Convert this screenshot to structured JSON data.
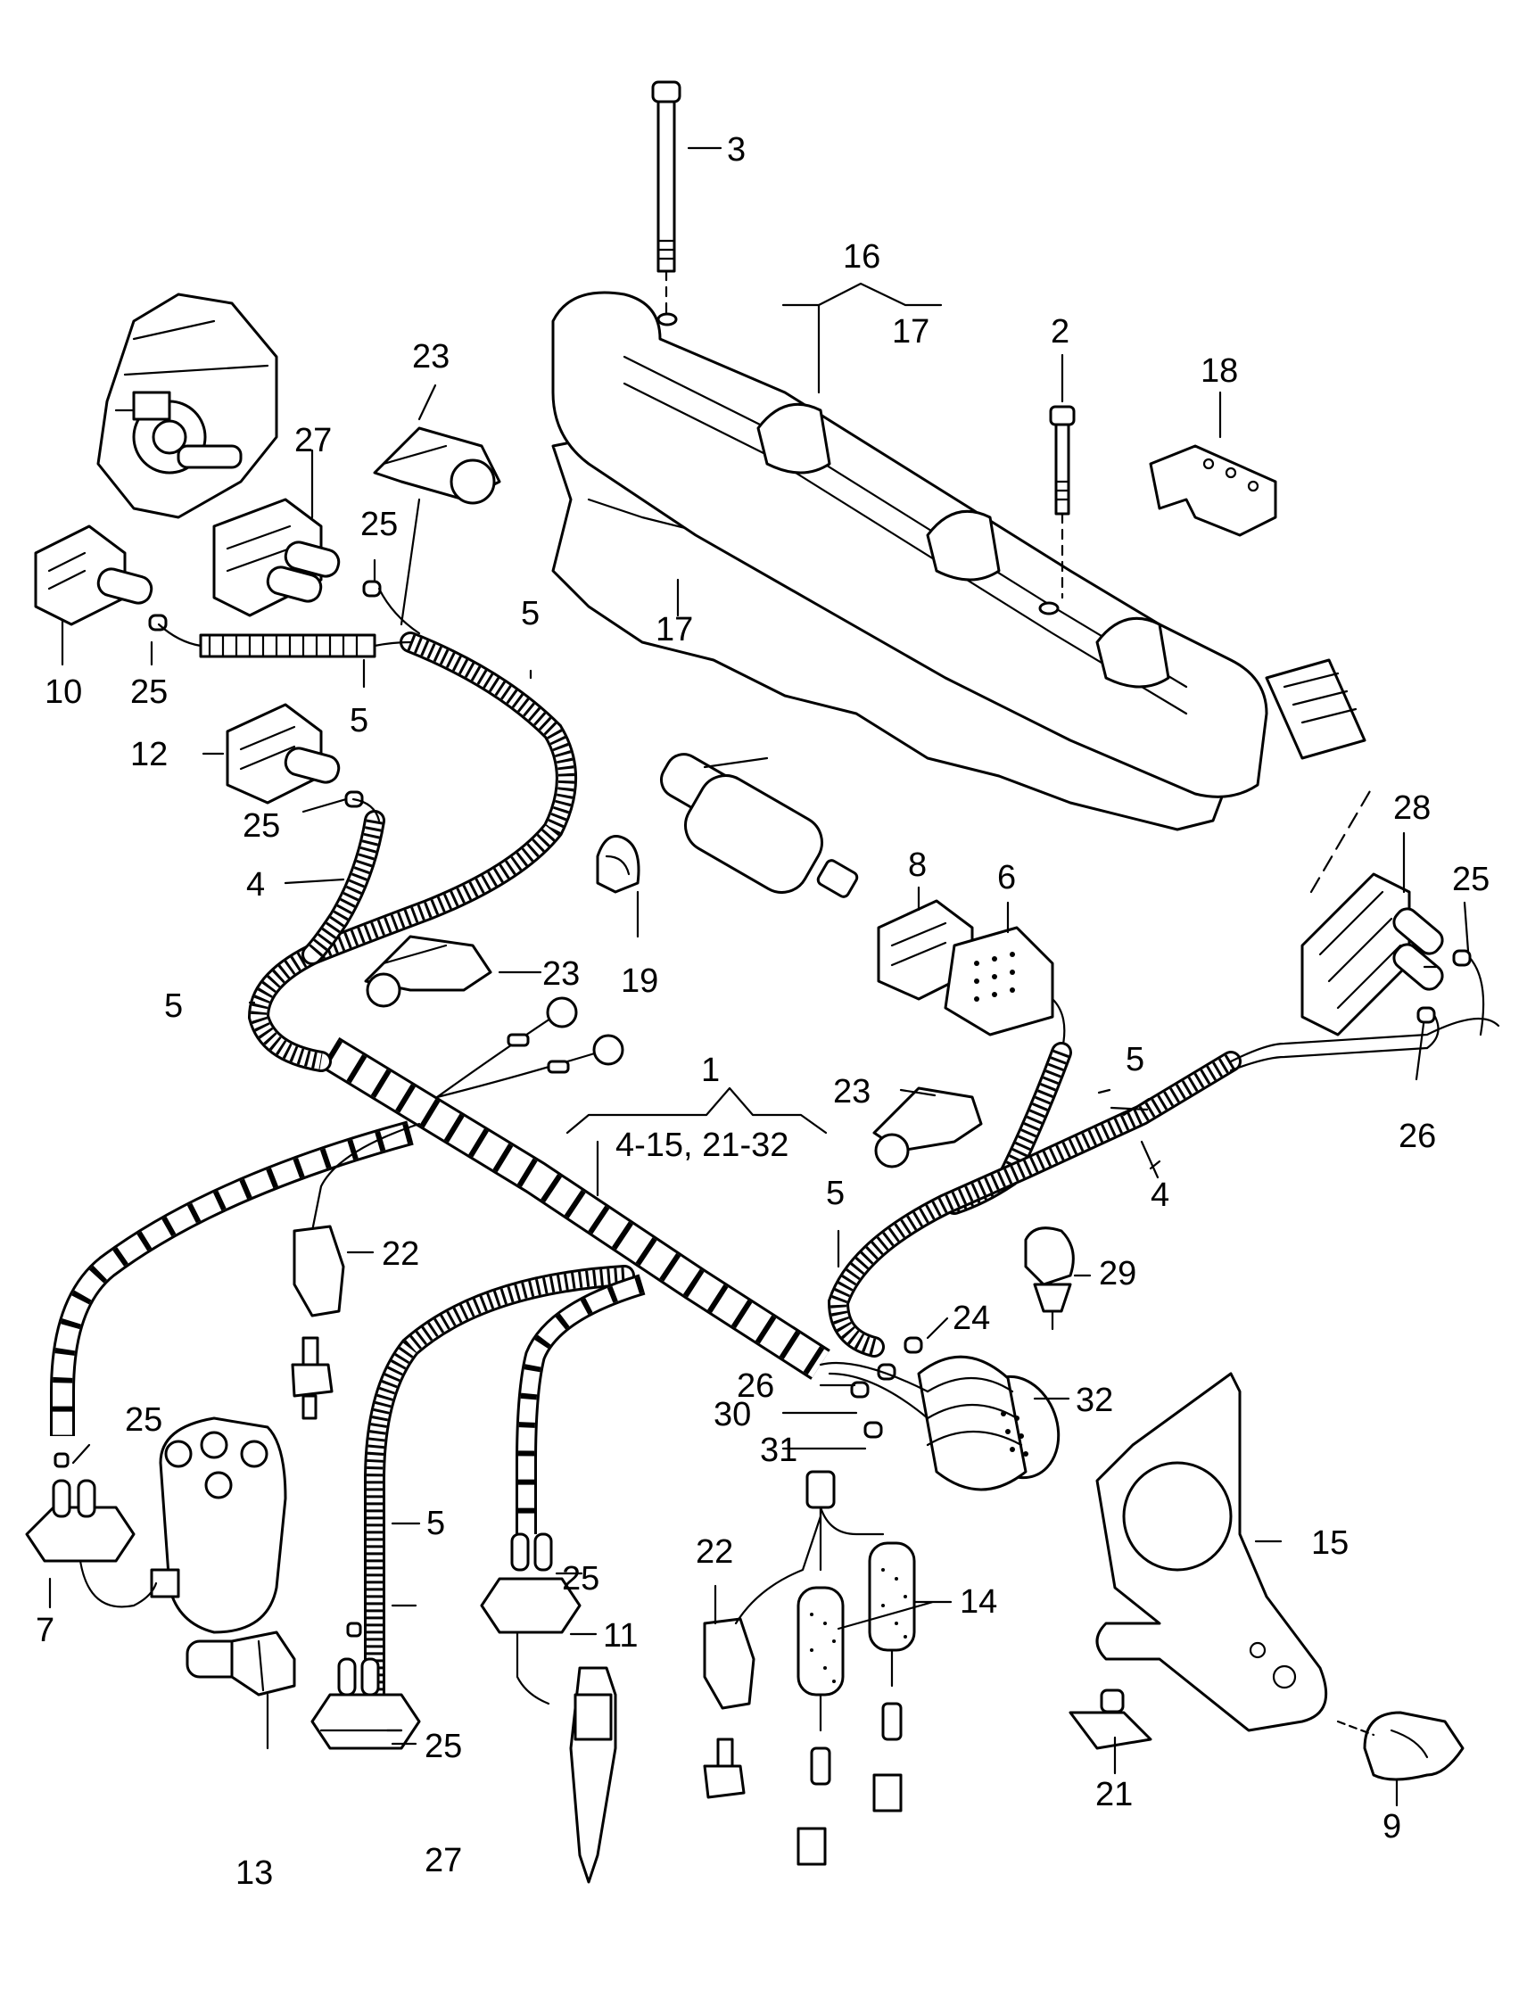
{
  "diagram": {
    "callouts": {
      "c1": "1",
      "c1_range": "4-15, 21-32",
      "c2": "2",
      "c3": "3",
      "c4a": "4",
      "c4b": "4",
      "c5a": "5",
      "c5b": "5",
      "c5c": "5",
      "c5d": "5",
      "c5e": "5",
      "c5f": "5",
      "c6": "6",
      "c7": "7",
      "c8": "8",
      "c9": "9",
      "c10": "10",
      "c11": "11",
      "c12": "12",
      "c13": "13",
      "c14": "14",
      "c15": "15",
      "c16": "16",
      "c17a": "17",
      "c17b": "17",
      "c18": "18",
      "c19": "19",
      "c21": "21",
      "c22a": "22",
      "c22b": "22",
      "c23a": "23",
      "c23b": "23",
      "c23c": "23",
      "c24": "24",
      "c25a": "25",
      "c25b": "25",
      "c25c": "25",
      "c25d": "25",
      "c25e": "25",
      "c25f": "25",
      "c25g": "25",
      "c26a": "26",
      "c26b": "26",
      "c27a": "27",
      "c27b": "27",
      "c28": "28",
      "c29": "29",
      "c30": "30",
      "c31": "31",
      "c32": "32"
    }
  }
}
